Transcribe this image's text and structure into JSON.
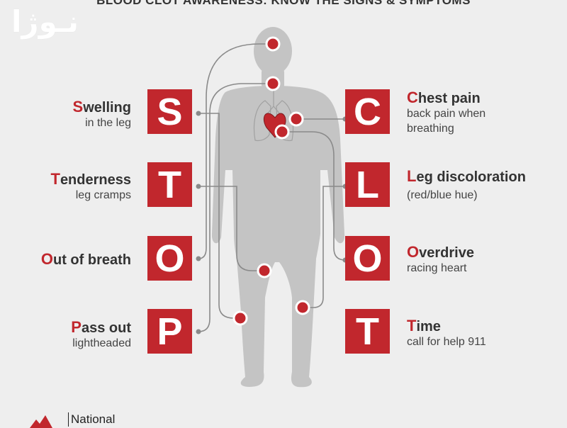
{
  "title": "BLOOD CLOT AWARENESS: KNOW THE SIGNS & SYMPTOMS",
  "watermark": "نـوژا",
  "colors": {
    "accent": "#c1272d",
    "body": "#c4c4c4",
    "background": "#eeeeee",
    "line": "#8a8a8a"
  },
  "left": [
    {
      "letter": "S",
      "first": "S",
      "rest": "welling",
      "sub": "in the leg"
    },
    {
      "letter": "T",
      "first": "T",
      "rest": "enderness",
      "sub": "leg cramps"
    },
    {
      "letter": "O",
      "first": "O",
      "rest": "ut of breath",
      "sub": ""
    },
    {
      "letter": "P",
      "first": "P",
      "rest": "ass out",
      "sub": "lightheaded"
    }
  ],
  "right": [
    {
      "letter": "C",
      "first": "C",
      "rest": "hest pain",
      "sub": "back pain when",
      "sub2": "breathing"
    },
    {
      "letter": "L",
      "first": "L",
      "rest": "eg discoloration",
      "sub": "(red/blue hue)",
      "sub2": ""
    },
    {
      "letter": "O",
      "first": "O",
      "rest": "verdrive",
      "sub": "racing heart",
      "sub2": ""
    },
    {
      "letter": "T",
      "first": "T",
      "rest": "ime",
      "sub": "call for help 911",
      "sub2": ""
    }
  ],
  "footer": {
    "org": "National"
  }
}
